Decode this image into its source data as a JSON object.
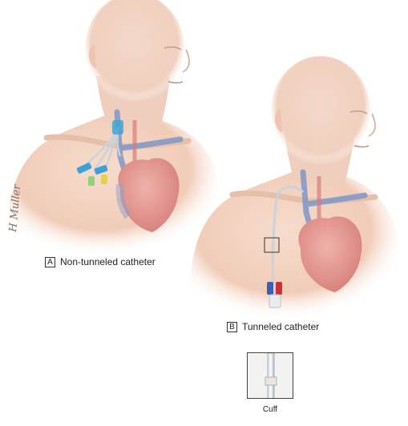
{
  "panels": {
    "a": {
      "letter": "A",
      "caption": "Non-tunneled catheter"
    },
    "b": {
      "letter": "B",
      "caption": "Tunneled catheter"
    }
  },
  "inset": {
    "caption": "Cuff"
  },
  "signature": "H Muller",
  "colors": {
    "skin": "#f3d3c3",
    "skin_shadow": "#e7b9a5",
    "heart": "#e9a09a",
    "vein": "#7f96c9",
    "artery": "#d87a7a",
    "catheter_line": "#c9d3da",
    "clamp_blue": "#3aa2d6",
    "clamp_yellow": "#e3d24a",
    "clamp_red": "#c8313a"
  }
}
